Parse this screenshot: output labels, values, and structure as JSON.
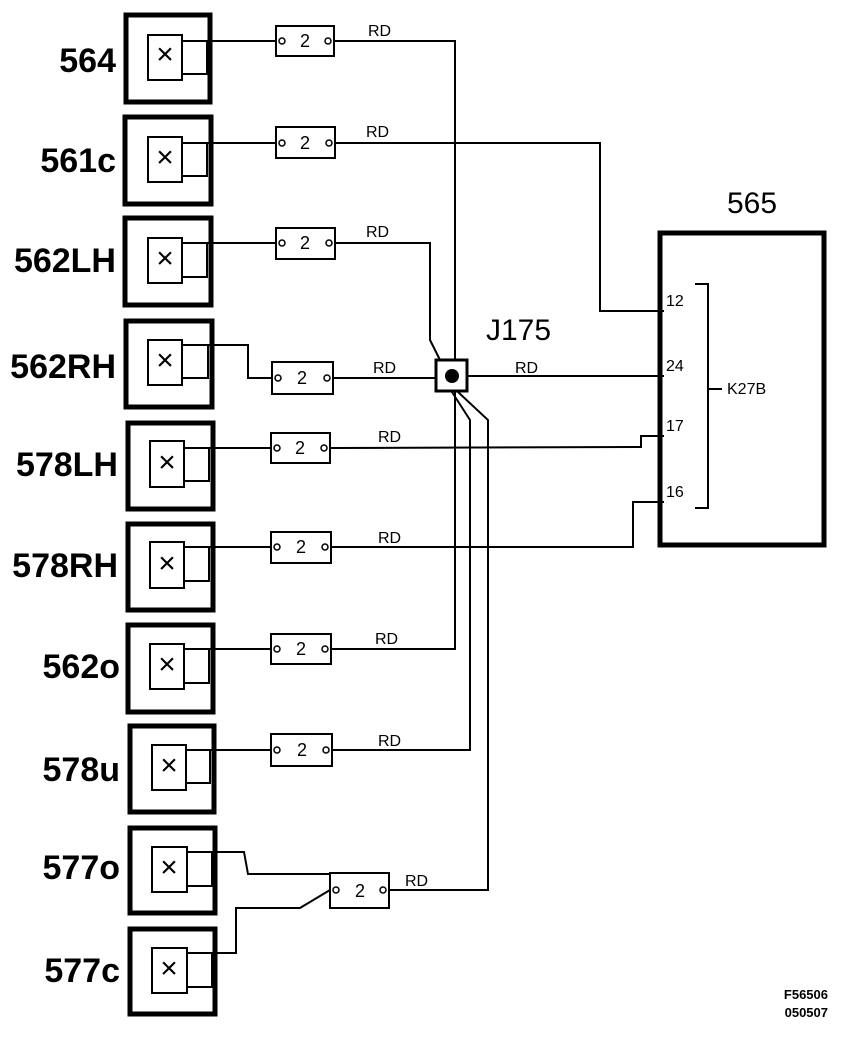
{
  "lamps": [
    {
      "label": "564"
    },
    {
      "label": "561c"
    },
    {
      "label": "562LH"
    },
    {
      "label": "562RH"
    },
    {
      "label": "578LH"
    },
    {
      "label": "578RH"
    },
    {
      "label": "562o"
    },
    {
      "label": "578u"
    },
    {
      "label": "577o"
    },
    {
      "label": "577c"
    }
  ],
  "lamp_symbol": "×",
  "connector_pin": "2",
  "wire_color": "RD",
  "junction": {
    "label": "J175"
  },
  "module": {
    "label": "565",
    "pins": [
      "12",
      "24",
      "17",
      "16"
    ],
    "connector": "K27B"
  },
  "figure_ref": {
    "line1": "F56506",
    "line2": "050507"
  }
}
